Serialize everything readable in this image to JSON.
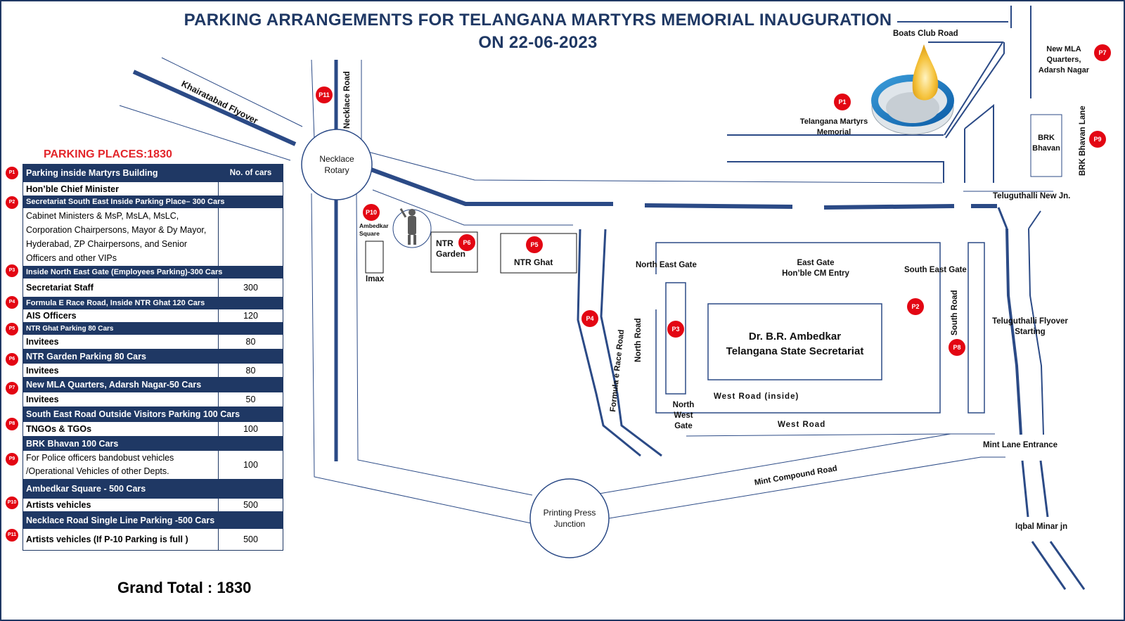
{
  "title": {
    "line1": "PARKING ARRANGEMENTS  FOR TELANGANA MARTYRS MEMORIAL INAUGURATION",
    "line2": "ON 22-06-2023"
  },
  "colors": {
    "navy": "#1f3864",
    "road": "#2b4a86",
    "pin": "#e30613",
    "heading_red": "#e3262b"
  },
  "map": {
    "roads": {
      "khairatabad_flyover": "Khairatabad Flyover",
      "necklace_road": "Necklace Road",
      "boats_club_road": "Boats Club Road",
      "formula_e_race_road": "Formula e Race Road",
      "north_road": "North Road",
      "south_road": "South Road",
      "west_road_inside": "West Road (inside)",
      "west_road": "West Road",
      "mint_compound_road": "Mint Compound  Road",
      "brk_bhavan_lane": "BRK Bhavan Lane"
    },
    "junctions": {
      "necklace_rotary": [
        "Necklace",
        "Rotary"
      ],
      "printing_press": [
        "Printing Press",
        "Junction"
      ],
      "teluguthalli_new": "Teluguthalli New Jn.",
      "teluguthalli_flyover": [
        "Teluguthalli Flyover",
        "Starting"
      ],
      "mint_lane": "Mint Lane Entrance",
      "iqbal_minar": "Iqbal Minar jn"
    },
    "places": {
      "martyrs_memorial": [
        "Telangana Martyrs",
        "Memorial"
      ],
      "new_mla": [
        "New MLA",
        "Quarters,",
        "Adarsh Nagar"
      ],
      "brk_bhavan": [
        "BRK",
        "Bhavan"
      ],
      "ambedkar_square": [
        "Ambedkar",
        "Square"
      ],
      "imax": "Imax",
      "ntr_garden": [
        "NTR",
        "Garden"
      ],
      "ntr_ghat": "NTR Ghat",
      "north_east_gate": "North East Gate",
      "east_gate": [
        "East Gate",
        "Hon’ble CM Entry"
      ],
      "south_east_gate": "South East Gate",
      "north_west_gate": [
        "North",
        "West",
        "Gate"
      ],
      "secretariat": [
        "Dr. B.R. Ambedkar",
        "Telangana State Secretariat"
      ]
    },
    "pins": [
      "P1",
      "P2",
      "P3",
      "P4",
      "P5",
      "P6",
      "P7",
      "P8",
      "P9",
      "P10",
      "P11"
    ]
  },
  "parking": {
    "heading": "PARKING PLACES:1830",
    "col_header": "No. of cars",
    "sections": [
      {
        "pin": "P1",
        "title": "Parking inside Martyrs Building",
        "rows": [
          {
            "who": "Hon’ble Chief Minister",
            "cars": ""
          }
        ]
      },
      {
        "pin": "P2",
        "title": "Secretariat South East Inside Parking Place– 300 Cars",
        "rows": [
          {
            "who": "Cabinet Ministers  & MsP, MsLA, MsLC, Corporation Chairpersons, Mayor & Dy Mayor, Hyderabad, ZP Chairpersons, and Senior Officers and other VIPs",
            "cars": ""
          }
        ]
      },
      {
        "pin": "P3",
        "title": "Inside North East Gate (Employees Parking)-300 Cars",
        "rows": [
          {
            "who": "Secretariat Staff",
            "cars": "300"
          }
        ]
      },
      {
        "pin": "P4",
        "title": "Formula E Race Road, Inside NTR Ghat 120 Cars",
        "rows": [
          {
            "who": "AIS Officers",
            "cars": "120"
          }
        ]
      },
      {
        "pin": "P5",
        "title": "NTR Ghat Parking  80 Cars",
        "rows": [
          {
            "who": "Invitees",
            "cars": "80"
          }
        ]
      },
      {
        "pin": "P6",
        "title": "NTR Garden Parking 80 Cars",
        "rows": [
          {
            "who": "Invitees",
            "cars": "80"
          }
        ]
      },
      {
        "pin": "P7",
        "title": "New MLA Quarters, Adarsh Nagar-50 Cars",
        "rows": [
          {
            "who": "Invitees",
            "cars": "50"
          }
        ]
      },
      {
        "pin": "P8",
        "title": "South East Road Outside Visitors Parking  100 Cars",
        "rows": [
          {
            "who": "TNGOs & TGOs",
            "cars": "100"
          }
        ]
      },
      {
        "pin": "P9",
        "title": "BRK Bhavan 100 Cars",
        "rows": [
          {
            "who": "For Police officers bandobust vehicles /Operational Vehicles of other Depts.",
            "cars": "100"
          }
        ]
      },
      {
        "pin": "",
        "title": "Ambedkar Square - 500 Cars",
        "rows": [
          {
            "who": "Artists vehicles",
            "cars": "500"
          }
        ]
      },
      {
        "pin": "P10",
        "title": "",
        "rows": []
      },
      {
        "pin": "",
        "title": "Necklace Road  Single Line Parking -500 Cars",
        "rows": [
          {
            "who": "Artists vehicles (If P-10 Parking is full )",
            "cars": "500"
          }
        ]
      },
      {
        "pin": "P11",
        "title": "",
        "rows": []
      }
    ]
  },
  "grand_total": "Grand Total :  1830"
}
